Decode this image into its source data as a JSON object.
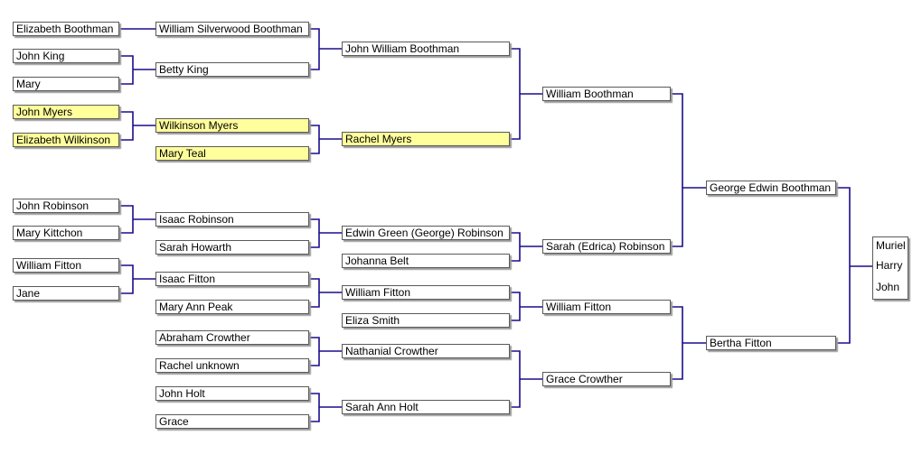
{
  "colors": {
    "connector": "#1a0d8c",
    "highlight": "#ffff9c",
    "box_bg": "#ffffff",
    "box_border": "#5a5a5a"
  },
  "root_names": [
    "Muriel",
    "Harry",
    "John"
  ],
  "people": {
    "p1": "Elizabeth Boothman",
    "p2": "John King",
    "p3": "Mary",
    "p4": "John Myers",
    "p5": "Elizabeth Wilkinson",
    "p6": "John Robinson",
    "p7": "Mary Kittchon",
    "p8": "William Fitton",
    "p9": "Jane",
    "q1": "William Silverwood Boothman",
    "q2": "Betty King",
    "q3": "Wilkinson Myers",
    "q4": "Mary Teal",
    "q5": "Isaac Robinson",
    "q6": "Sarah Howarth",
    "q7": "Isaac Fitton",
    "q8": "Mary Ann Peak",
    "q9": "Abraham Crowther",
    "q10": "Rachel unknown",
    "q11": "John Holt",
    "q12": "Grace",
    "r1": "John William Boothman",
    "r2": "Rachel Myers",
    "r3": "Edwin Green (George) Robinson",
    "r4": "Johanna Belt",
    "r5": "William Fitton",
    "r6": "Eliza Smith",
    "r7": "Nathanial Crowther",
    "r8": "Sarah Ann Holt",
    "s1": "William Boothman",
    "s2": "Sarah (Edrica) Robinson",
    "s3": "William Fitton",
    "s4": "Grace Crowther",
    "t1": "George Edwin Boothman",
    "t2": "Bertha Fitton"
  }
}
